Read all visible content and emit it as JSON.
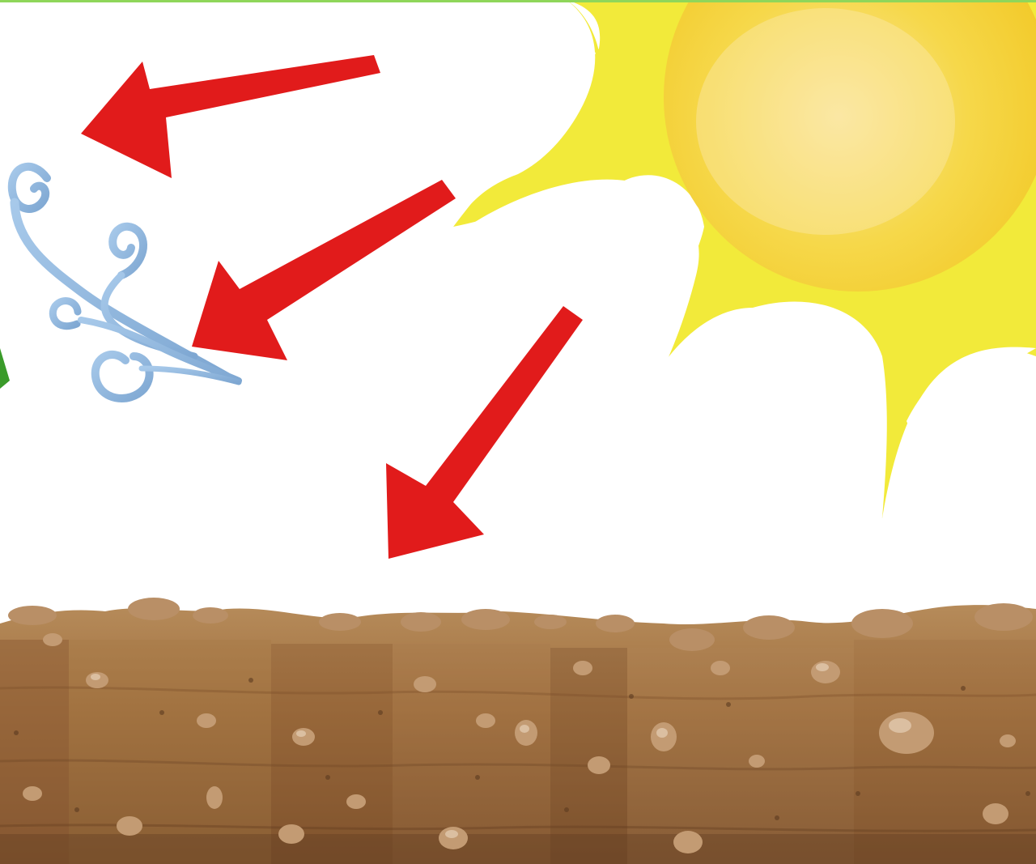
{
  "scene": {
    "kind": "weathering-illustration",
    "elements": [
      "sun",
      "wind",
      "soil-ground",
      "arrows"
    ],
    "arrow_count": 3,
    "arrow_direction": "down-left"
  },
  "colors": {
    "background": "#ffffff",
    "top_border": "#8fd65a",
    "left_edge_leaf": "#3a9b2a",
    "sun_body": "#f6d53b",
    "sun_rays": "#f2ea3a",
    "wind": "#8fb7dd",
    "arrow": "#e11b1b",
    "soil_light": "#b48a5c",
    "soil_mid": "#9c6c40",
    "soil_dark": "#6f4726",
    "rock": "#b98f66",
    "rock_highlight": "#e6cfb5"
  },
  "icons": {
    "sun": "sun-icon",
    "wind": "wind-swirl-icon",
    "arrow": "arrow-down-left-icon"
  }
}
